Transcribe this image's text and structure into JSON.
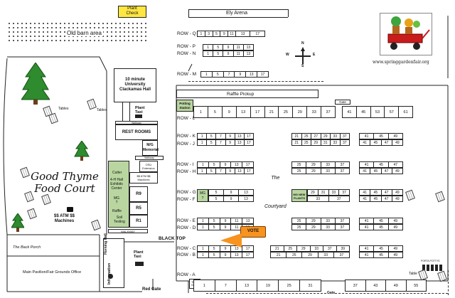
{
  "map": {
    "plant_check": "Plant\nCheck",
    "ely_arena": "Ely Arena",
    "old_barn_area": "Old barn area",
    "tables": "Tables",
    "hall_10min": "10 minute\nUniversity\nClackamas Hall",
    "plant_taxi": "Plant\nTaxi",
    "rest_rooms": "REST ROOMS",
    "walkway": "Walkway",
    "mg_memorial": "M/G\nMemorial",
    "osu_extension": "OSU\nExtension",
    "atm_machines_small": "$$ ATM $$\nMachines",
    "cutler": "Cutler",
    "fourh_hall": "4-H Hall\nExhibits\nCenter",
    "mg_q": "MG\n?",
    "raffle": "Raffle",
    "soil_testing": "Soil\nTesting",
    "r9": "R9",
    "r5": "R5",
    "r1": "R1",
    "walkway2": "WALKWAY",
    "food_court": "Good Thyme\nFood Court",
    "atm_machines": "$$ ATM $$\nMachines",
    "back_porch": "The Back Porch",
    "main_pavilion": "Main Pavilion/Fair Grounds Office",
    "horning_hall": "Horning Hall",
    "information": "Information",
    "plant_taxi2": "Plant\nTaxi",
    "black_top": "BLACK TOP",
    "red_gate": "Red Gate",
    "ticket_booth": "Ticket\nBooth",
    "gate_top": "Gate",
    "gate_bottom": "Gate",
    "raffle_pickup": "Raffle Pickup",
    "potting_station": "Potting\nStation",
    "the_courtyard": "The\n\n\n\nCourtyard",
    "mg_new_plants": "MG NEW\nPLANTS",
    "porta_potty": "PORTA POTTYS",
    "table": "Table",
    "website": "www.springgardenfair.org",
    "compass_n": "N",
    "compass_s": "S",
    "compass_e": "E",
    "compass_w": "W",
    "vote": "VOTE",
    "rows": {
      "Q": "ROW - Q",
      "P": "ROW - P",
      "N": "ROW - N",
      "M": "ROW - M",
      "L": "ROW - L",
      "K": "ROW - K",
      "J": "ROW - J",
      "I": "ROW - I",
      "H": "ROW - H",
      "G": "ROW - G",
      "F": "ROW - F",
      "E": "ROW - E",
      "D": "ROW - D",
      "C": "ROW - C",
      "B": "ROW - B",
      "A": "ROW - A"
    }
  }
}
